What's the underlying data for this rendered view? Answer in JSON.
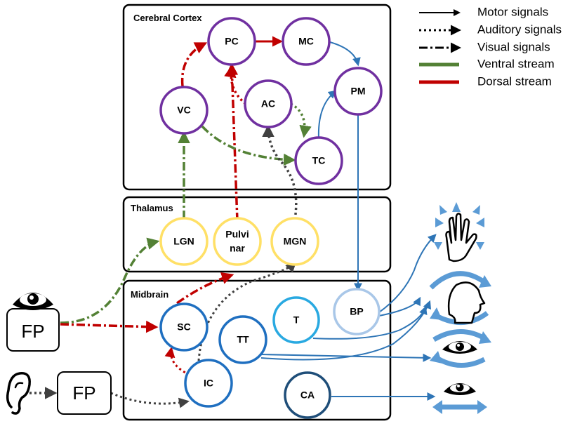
{
  "regions": {
    "cortex": "Cerebral Cortex",
    "thalamus": "Thalamus",
    "midbrain": "Midbrain"
  },
  "nodes": {
    "pc": "PC",
    "mc": "MC",
    "pm": "PM",
    "vc": "VC",
    "ac": "AC",
    "tc": "TC",
    "lgn": "LGN",
    "pulvinar_1": "Pulvi",
    "pulvinar_2": "nar",
    "mgn": "MGN",
    "sc": "SC",
    "tt": "TT",
    "t": "T",
    "bp": "BP",
    "ic": "IC",
    "ca": "CA"
  },
  "inputs": {
    "visual_fp": "FP",
    "auditory_fp": "FP"
  },
  "legend": {
    "motor": "Motor signals",
    "auditory": "Auditory signals",
    "visual": "Visual signals",
    "ventral": "Ventral stream",
    "dorsal": "Dorsal stream"
  },
  "colors": {
    "cortex_node": "#7030a0",
    "thalamus_node": "#ffe066",
    "sc_ic_node": "#1f6fc0",
    "t_node": "#29a9e1",
    "bp_node": "#a9c7e8",
    "ca_node": "#1f4e79",
    "motor": "#2e75b6",
    "ventral": "#538135",
    "dorsal": "#c00000",
    "auditory": "#404040",
    "effector": "#5b9bd5"
  },
  "icons": {
    "eye_input": "eye-icon",
    "ear_input": "ear-icon",
    "hand_output": "hand-icon",
    "head_output": "head-rotation-icon",
    "eye_output_rotate": "eye-rotation-icon",
    "eye_output_horizontal": "eye-horizontal-icon"
  }
}
